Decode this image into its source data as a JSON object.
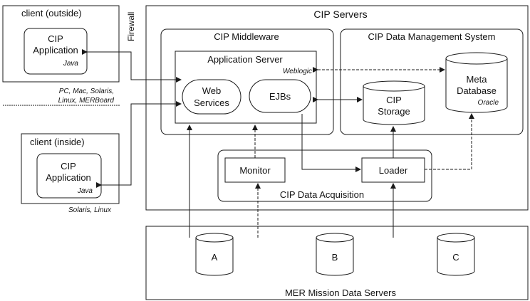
{
  "client_outside": {
    "title": "client (outside)",
    "app_line1": "CIP",
    "app_line2": "Application",
    "app_lang": "Java",
    "platforms_line1": "PC, Mac, Solaris,",
    "platforms_line2": "Linux, MERBoard"
  },
  "client_inside": {
    "title": "client (inside)",
    "app_line1": "CIP",
    "app_line2": "Application",
    "app_lang": "Java",
    "platforms": "Solaris, Linux"
  },
  "firewall": {
    "label": "Firewall"
  },
  "cip_servers": {
    "title": "CIP Servers",
    "middleware": {
      "title": "CIP Middleware",
      "app_server": {
        "title": "Application Server",
        "vendor": "Weblogic",
        "web_services_line1": "Web",
        "web_services_line2": "Services",
        "ejbs": "EJBs"
      }
    },
    "data_management": {
      "title": "CIP Data Management System",
      "storage_line1": "CIP",
      "storage_line2": "Storage",
      "meta_line1": "Meta",
      "meta_line2": "Database",
      "meta_vendor": "Oracle"
    },
    "acquisition": {
      "title": "CIP Data Acquisition",
      "monitor": "Monitor",
      "loader": "Loader"
    }
  },
  "mission_servers": {
    "title": "MER Mission Data Servers",
    "db_a": "A",
    "db_b": "B",
    "db_c": "C"
  },
  "colors": {
    "stroke": "#1a1a1a",
    "background": "#ffffff"
  }
}
